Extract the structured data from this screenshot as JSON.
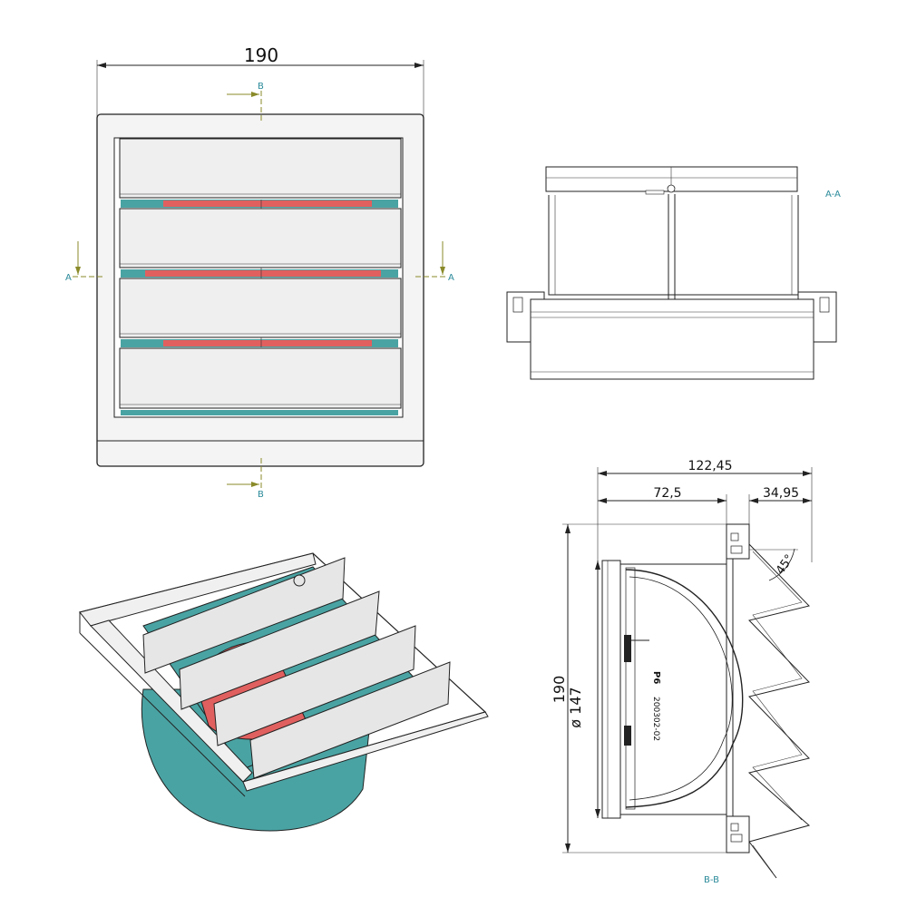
{
  "front_view": {
    "width_dim": "190",
    "cut_b_top": "B",
    "cut_b_bottom": "B",
    "cut_a_left": "A",
    "cut_a_right": "A"
  },
  "section_aa": {
    "label": "A-A"
  },
  "section_bb": {
    "label": "B-B",
    "depth_total": "122,45",
    "depth_body": "72,5",
    "depth_louver": "34,95",
    "angle": "45°",
    "height": "190",
    "diameter": "ø 147",
    "marking_1": "P6",
    "marking_2": "200302-02"
  },
  "colors": {
    "louver_face": "#efefef",
    "frame": "#f4f4f4",
    "teal": "#4aa3a3",
    "damper_red": "#e0605f",
    "cut_line": "#8a8a2a",
    "section_label": "#2a8a9a"
  }
}
